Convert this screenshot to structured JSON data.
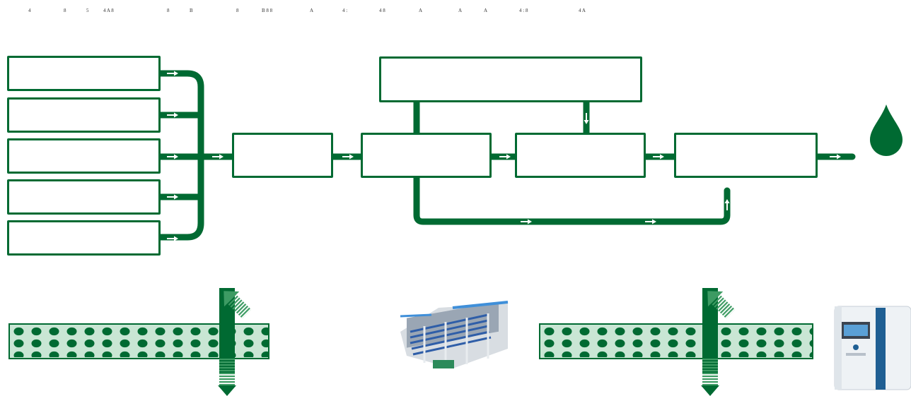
{
  "header_glyphs": [
    "4",
    "8",
    "5",
    "4 A 8",
    "8",
    "B",
    "8",
    "B 8 8",
    "A",
    "4 :",
    "4 8",
    "A",
    "A",
    "A",
    "4 : 8",
    "4 A"
  ],
  "colors": {
    "pipe": "#006a32",
    "membrane_fill": "#c9e6d4",
    "arrow": "#ffffff",
    "flow_indicator": "#3d9b63"
  },
  "icons": {
    "drop": "water-drop-icon",
    "plant": "membrane-plant-photo",
    "cabinet": "control-cabinet-photo"
  }
}
